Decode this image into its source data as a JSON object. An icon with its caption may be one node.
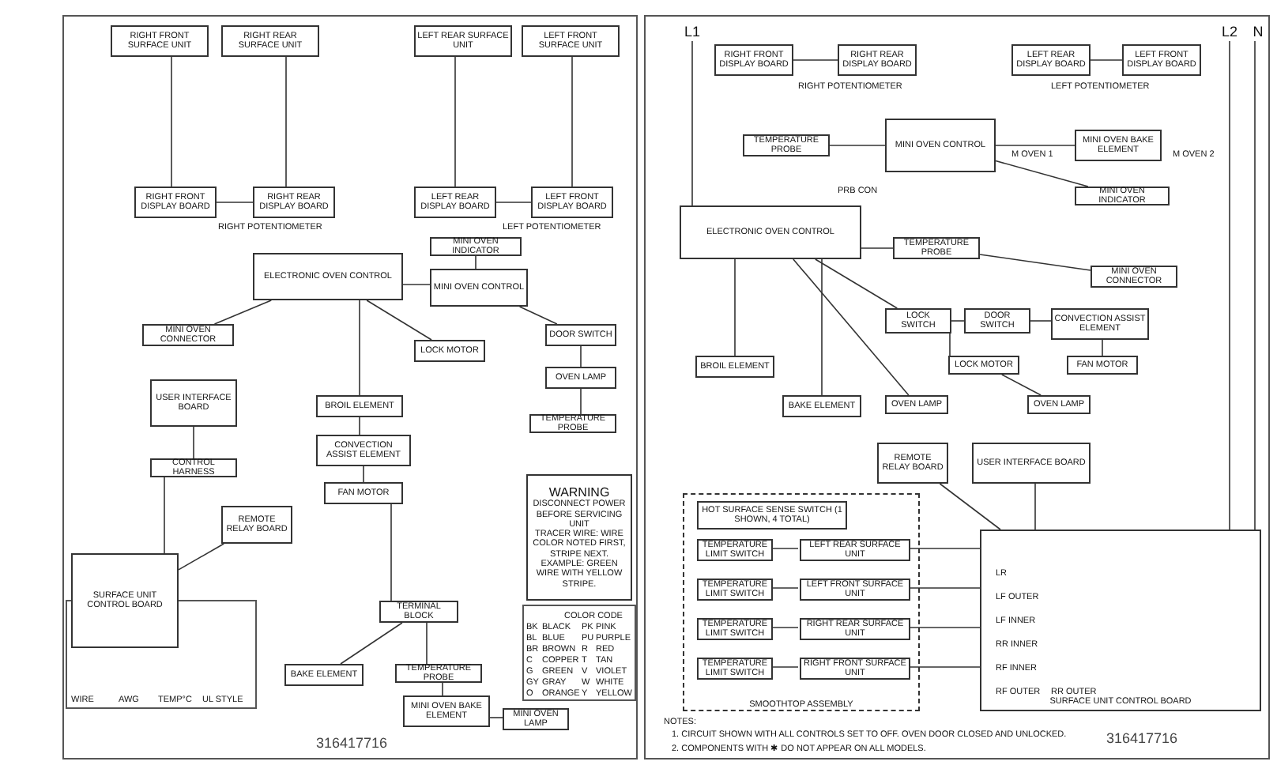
{
  "diagram": {
    "nodes": [
      {
        "text": [
          "RIGHT FRONT SURFACE UNIT"
        ]
      },
      {
        "text": [
          "RIGHT REAR SURFACE UNIT"
        ]
      },
      {
        "text": [
          "LEFT REAR SURFACE UNIT"
        ]
      },
      {
        "text": [
          "LEFT FRONT SURFACE UNIT"
        ]
      },
      {
        "text": [
          "RIGHT FRONT DISPLAY BOARD"
        ]
      },
      {
        "text": [
          "RIGHT REAR DISPLAY BOARD"
        ]
      },
      {
        "text": [
          "LEFT REAR DISPLAY BOARD"
        ]
      },
      {
        "text": [
          "LEFT FRONT DISPLAY BOARD"
        ]
      },
      {
        "text": [
          "ELECTRONIC OVEN CONTROL"
        ]
      },
      {
        "text": [
          "MINI OVEN INDICATOR"
        ]
      },
      {
        "text": [
          "MINI OVEN CONTROL"
        ]
      },
      {
        "text": [
          "MINI OVEN CONNECTOR"
        ]
      },
      {
        "text": [
          "USER INTERFACE BOARD"
        ]
      },
      {
        "text": [
          "LOCK MOTOR"
        ]
      },
      {
        "text": [
          "DOOR SWITCH"
        ]
      },
      {
        "text": [
          "OVEN LAMP"
        ]
      },
      {
        "text": [
          "TEMPERATURE PROBE"
        ]
      },
      {
        "text": [
          "CONTROL HARNESS"
        ]
      },
      {
        "text": [
          "BROIL ELEMENT"
        ]
      },
      {
        "text": [
          "CONVECTION ASSIST ELEMENT"
        ]
      },
      {
        "text": [
          "FAN MOTOR"
        ]
      },
      {
        "text": [
          "REMOTE RELAY BOARD"
        ]
      },
      {
        "text": [
          "SURFACE UNIT CONTROL BOARD"
        ]
      },
      {
        "text": [
          "BAKE ELEMENT"
        ]
      },
      {
        "text": [
          "TERMINAL BLOCK"
        ]
      },
      {
        "text": [
          "TEMPERATURE PROBE"
        ]
      },
      {
        "text": [
          "MINI OVEN BAKE ELEMENT"
        ]
      },
      {
        "text": [
          "MINI OVEN LAMP"
        ]
      },
      {
        "text": [
          "WARNING",
          "DISCONNECT POWER BEFORE SERVICING UNIT",
          "TRACER WIRE: WIRE COLOR NOTED FIRST, STRIPE NEXT. EXAMPLE: GREEN WIRE WITH YELLOW STRIPE."
        ]
      },
      {
        "text": [
          "L1"
        ]
      },
      {
        "text": [
          "L2"
        ]
      },
      {
        "text": [
          "N"
        ]
      },
      {
        "text": [
          "RIGHT FRONT DISPLAY BOARD"
        ]
      },
      {
        "text": [
          "RIGHT REAR DISPLAY BOARD"
        ]
      },
      {
        "text": [
          "LEFT REAR DISPLAY BOARD"
        ]
      },
      {
        "text": [
          "LEFT FRONT DISPLAY BOARD"
        ]
      },
      {
        "text": [
          "MINI OVEN CONTROL"
        ]
      },
      {
        "text": [
          "TEMPERATURE PROBE"
        ]
      },
      {
        "text": [
          "MINI OVEN BAKE ELEMENT"
        ]
      },
      {
        "text": [
          "MINI OVEN INDICATOR"
        ]
      },
      {
        "text": [
          "ELECTRONIC OVEN CONTROL"
        ]
      },
      {
        "text": [
          "TEMPERATURE PROBE"
        ]
      },
      {
        "text": [
          "MINI OVEN CONNECTOR"
        ]
      },
      {
        "text": [
          "LOCK SWITCH"
        ]
      },
      {
        "text": [
          "DOOR SWITCH"
        ]
      },
      {
        "text": [
          "CONVECTION ASSIST ELEMENT"
        ]
      },
      {
        "text": [
          "FAN MOTOR"
        ]
      },
      {
        "text": [
          "LOCK MOTOR"
        ]
      },
      {
        "text": [
          "OVEN LAMP"
        ]
      },
      {
        "text": [
          "OVEN LAMP"
        ]
      },
      {
        "text": [
          "BROIL ELEMENT"
        ]
      },
      {
        "text": [
          "BAKE ELEMENT"
        ]
      },
      {
        "text": [
          "REMOTE RELAY BOARD"
        ]
      },
      {
        "text": [
          "USER INTERFACE BOARD"
        ]
      },
      {
        "text": [
          "SMOOTHTOP ASSEMBLY"
        ]
      },
      {
        "text": [
          "HOT SURFACE SENSE SWITCH (1 SHOWN, 4 TOTAL)"
        ],
        "in": 54
      },
      {
        "text": [
          "TEMPERATURE LIMIT SWITCH"
        ],
        "in": 54
      },
      {
        "text": [
          "LEFT REAR SURFACE UNIT"
        ],
        "in": 54
      },
      {
        "text": [
          "TEMPERATURE LIMIT SWITCH"
        ],
        "in": 54
      },
      {
        "text": [
          "LEFT FRONT SURFACE UNIT"
        ],
        "in": 54
      },
      {
        "text": [
          "TEMPERATURE LIMIT SWITCH"
        ],
        "in": 54
      },
      {
        "text": [
          "RIGHT REAR SURFACE UNIT"
        ],
        "in": 54
      },
      {
        "text": [
          "TEMPERATURE LIMIT SWITCH"
        ],
        "in": 54
      },
      {
        "text": [
          "RIGHT FRONT SURFACE UNIT"
        ],
        "in": 54
      },
      {
        "text": [
          "SURFACE UNIT CONTROL BOARD"
        ]
      }
    ],
    "edges": [
      {
        "from": 0,
        "to": 4,
        "arrow": "none"
      },
      {
        "from": 1,
        "to": 5,
        "arrow": "none"
      },
      {
        "from": 2,
        "to": 6,
        "arrow": "none"
      },
      {
        "from": 3,
        "to": 7,
        "arrow": "none"
      },
      {
        "from": 4,
        "to": 5,
        "arrow": "none"
      },
      {
        "from": 6,
        "to": 7,
        "arrow": "none"
      },
      {
        "from": 9,
        "to": 10,
        "arrow": "none"
      },
      {
        "from": 8,
        "to": 10,
        "arrow": "none"
      },
      {
        "from": 8,
        "to": 13,
        "arrow": "none"
      },
      {
        "from": 10,
        "to": 14,
        "arrow": "none"
      },
      {
        "from": 14,
        "to": 15,
        "arrow": "none"
      },
      {
        "from": 15,
        "to": 16,
        "arrow": "none"
      },
      {
        "from": 8,
        "to": 18,
        "arrow": "none"
      },
      {
        "from": 18,
        "to": 19,
        "arrow": "none"
      },
      {
        "from": 19,
        "to": 20,
        "arrow": "none"
      },
      {
        "from": 11,
        "to": 8,
        "arrow": "none"
      },
      {
        "from": 12,
        "to": 17,
        "arrow": "none"
      },
      {
        "from": 17,
        "to": 22,
        "arrow": "none"
      },
      {
        "from": 21,
        "to": 22,
        "arrow": "none"
      },
      {
        "from": 20,
        "to": 24,
        "arrow": "none"
      },
      {
        "from": 23,
        "to": 24,
        "arrow": "none"
      },
      {
        "from": 24,
        "to": 25,
        "arrow": "none"
      },
      {
        "from": 25,
        "to": 26,
        "arrow": "none"
      },
      {
        "from": 26,
        "to": 27,
        "arrow": "none"
      },
      {
        "from": 32,
        "to": 33,
        "arrow": "none"
      },
      {
        "from": 34,
        "to": 35,
        "arrow": "none"
      },
      {
        "from": 37,
        "to": 36,
        "arrow": "none"
      },
      {
        "from": 36,
        "to": 38,
        "arrow": "none"
      },
      {
        "from": 36,
        "to": 39,
        "arrow": "none"
      },
      {
        "from": 29,
        "to": 40,
        "arrow": "none"
      },
      {
        "from": 40,
        "to": 41,
        "arrow": "none"
      },
      {
        "from": 41,
        "to": 42,
        "arrow": "none"
      },
      {
        "from": 40,
        "to": 43,
        "arrow": "none"
      },
      {
        "from": 43,
        "to": 44,
        "arrow": "none"
      },
      {
        "from": 44,
        "to": 45,
        "arrow": "none"
      },
      {
        "from": 45,
        "to": 46,
        "arrow": "none"
      },
      {
        "from": 43,
        "to": 47,
        "arrow": "none"
      },
      {
        "from": 40,
        "to": 48,
        "arrow": "none"
      },
      {
        "from": 47,
        "to": 49,
        "arrow": "none"
      },
      {
        "from": 40,
        "to": 50,
        "arrow": "none"
      },
      {
        "from": 40,
        "to": 51,
        "arrow": "none"
      },
      {
        "from": 52,
        "to": 64,
        "arrow": "none"
      },
      {
        "from": 53,
        "to": 64,
        "arrow": "none"
      },
      {
        "from": 56,
        "to": 57,
        "arrow": "none"
      },
      {
        "from": 58,
        "to": 59,
        "arrow": "none"
      },
      {
        "from": 60,
        "to": 61,
        "arrow": "none"
      },
      {
        "from": 62,
        "to": 63,
        "arrow": "none"
      },
      {
        "from": 57,
        "to": 64,
        "arrow": "none"
      },
      {
        "from": 59,
        "to": 64,
        "arrow": "none"
      },
      {
        "from": 61,
        "to": 64,
        "arrow": "none"
      },
      {
        "from": 63,
        "to": 64,
        "arrow": "none"
      },
      {
        "from": 30,
        "to": 64,
        "arrow": "none"
      },
      {
        "from": 31,
        "to": 64,
        "arrow": "none"
      }
    ],
    "labels": [
      "RIGHT POTENTIOMETER",
      "LEFT POTENTIOMETER",
      "COLOR CODE",
      "BK",
      "BLACK",
      "PK",
      "PINK",
      "BL",
      "BLUE",
      "PU",
      "PURPLE",
      "BR",
      "BROWN",
      "R",
      "RED",
      "C",
      "COPPER",
      "T",
      "TAN",
      "G",
      "GREEN",
      "V",
      "VIOLET",
      "GY",
      "GRAY",
      "W",
      "WHITE",
      "O",
      "ORANGE",
      "Y",
      "YELLOW",
      "WIRE",
      "AWG",
      "TEMP°C",
      "UL STYLE",
      "316417716",
      "RIGHT POTENTIOMETER",
      "LEFT POTENTIOMETER",
      "PRB CON",
      "M OVEN 1",
      "M OVEN 2",
      "LR",
      "LF OUTER",
      "LF INNER",
      "RR INNER",
      "RF INNER",
      "RF OUTER",
      "RR OUTER",
      "NOTES:",
      "1. CIRCUIT SHOWN WITH ALL CONTROLS SET TO OFF. OVEN DOOR CLOSED AND UNLOCKED.",
      "2. COMPONENTS WITH ✱ DO NOT APPEAR ON ALL MODELS.",
      "316417716"
    ]
  }
}
